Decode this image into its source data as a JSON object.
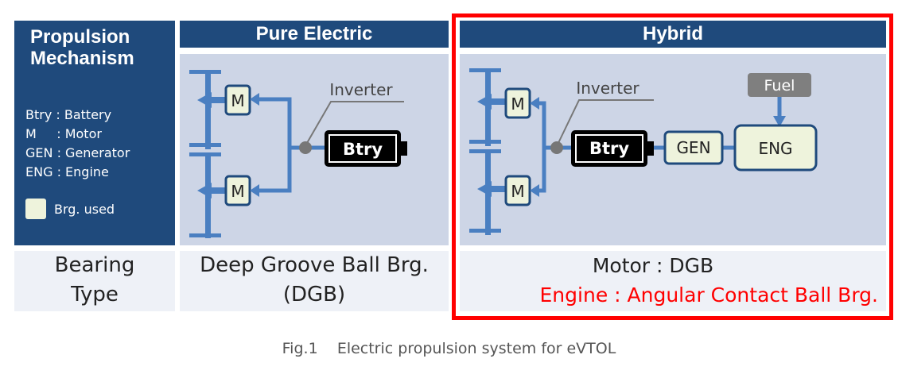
{
  "header": {
    "mechanism_line1": "Propulsion",
    "mechanism_line2": "Mechanism",
    "pure_electric": "Pure Electric",
    "hybrid": "Hybrid"
  },
  "legend": {
    "items": [
      "Btry : Battery",
      "M     : Motor",
      "GEN : Generator",
      "ENG : Engine"
    ],
    "swatch_label": "Brg. used"
  },
  "pure": {
    "inverter_label": "Inverter",
    "battery_label": "Btry",
    "motor_label": "M"
  },
  "hybrid": {
    "inverter_label": "Inverter",
    "battery_label": "Btry",
    "motor_label": "M",
    "generator_label": "GEN",
    "engine_label": "ENG",
    "fuel_label": "Fuel"
  },
  "bearing": {
    "row_label_line1": "Bearing",
    "row_label_line2": "Type",
    "pure_line1": "Deep Groove Ball Brg.",
    "pure_line2": "(DGB)",
    "hybrid_line1": "Motor : DGB",
    "hybrid_line2": "Engine : Angular Contact Ball Brg."
  },
  "caption": "Fig.1    Electric propulsion system for eVTOL",
  "colors": {
    "header_blue": "#1f4a7c",
    "panel": "#cdd5e6",
    "line_blue": "#4a7fc1",
    "bearing_fill": "#eef3dc",
    "highlight_red": "#ff0000"
  }
}
